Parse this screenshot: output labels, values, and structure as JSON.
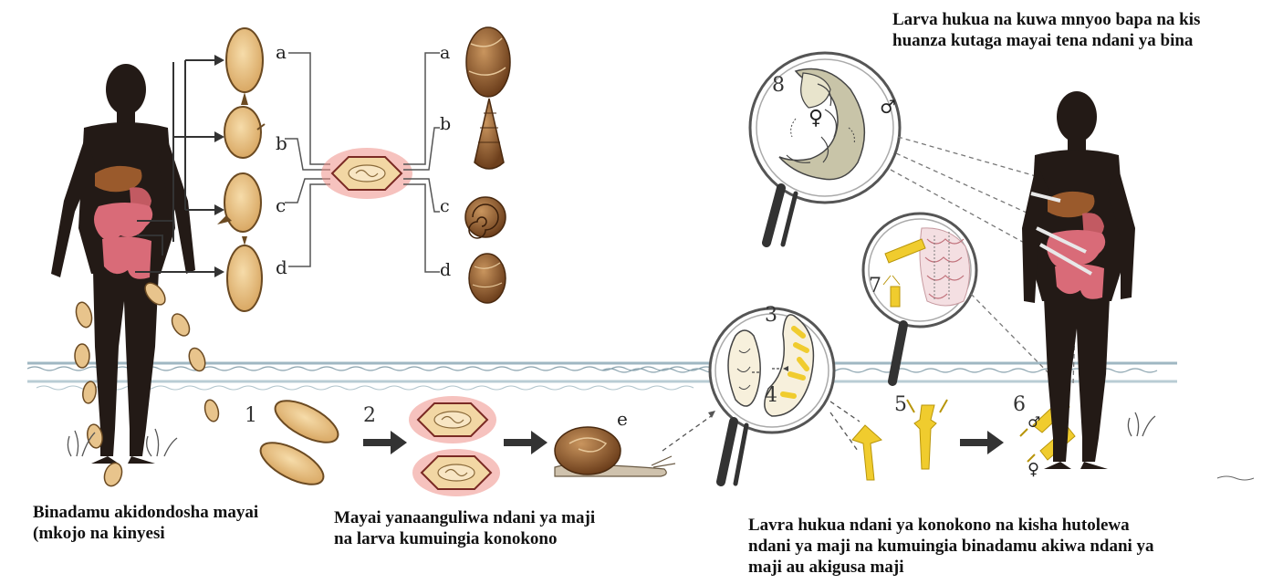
{
  "captions": {
    "top_right_line1": "Larva hukua na kuwa mnyoo bapa na kis",
    "top_right_line2": "huanza kutaga mayai tena ndani ya bina",
    "bottom_left_line1": "Binadamu akidondosha mayai",
    "bottom_left_line2": "(mkojo na kinyesi",
    "bottom_middle_line1": "Mayai yanaanguliwa ndani ya maji",
    "bottom_middle_line2": "na larva kumuingia konokono",
    "bottom_right_line1": "Lavra hukua ndani ya konokono na kisha hutolewa",
    "bottom_right_line2": "ndani ya maji na kumuingia binadamu akiwa ndani ya",
    "bottom_right_line3": "maji au akigusa maji"
  },
  "egg_labels": [
    "a",
    "b",
    "c",
    "d"
  ],
  "snail_labels": [
    "a",
    "b",
    "c",
    "d"
  ],
  "stage_numbers": [
    "1",
    "2",
    "3",
    "4",
    "5",
    "6",
    "7",
    "8"
  ],
  "snail_label": "e",
  "symbols": {
    "male": "♂",
    "female": "♀"
  },
  "colors": {
    "silhouette": "#231a16",
    "egg_fill": "#e8c48c",
    "egg_stroke": "#6b4a22",
    "red_halo": "#e0524a",
    "organ_pink": "#d96b78",
    "liver": "#9a5a2c",
    "larva_yellow": "#f0cc2e",
    "water_line": "#9fb7c2"
  }
}
